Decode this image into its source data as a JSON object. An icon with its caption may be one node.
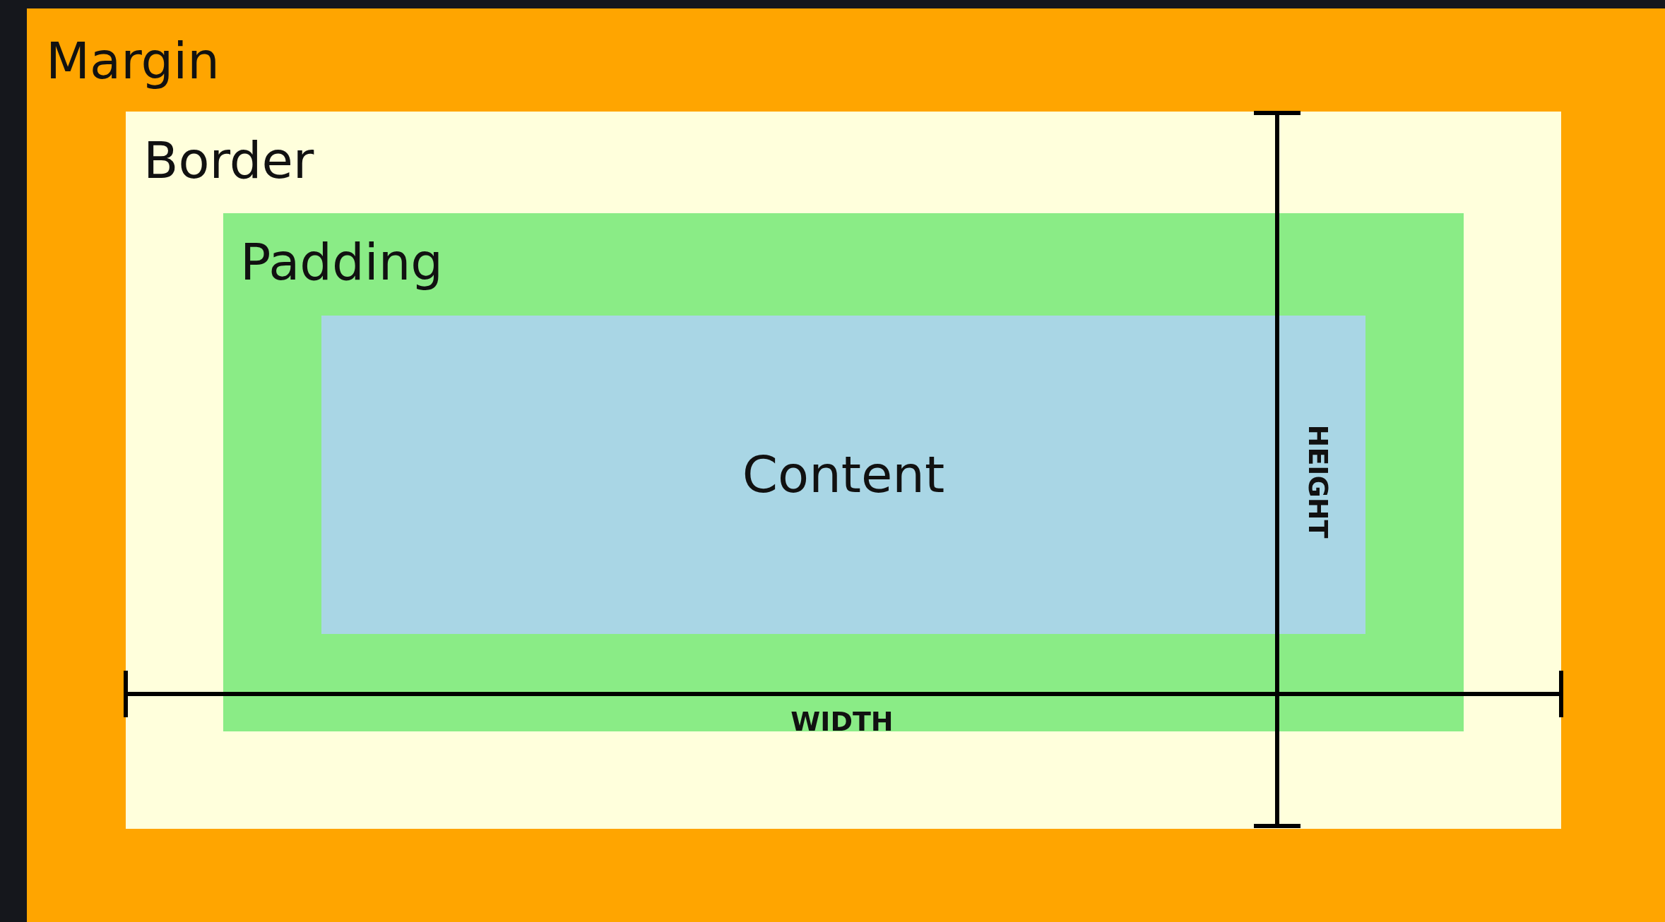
{
  "diagram": {
    "nodes": [
      {
        "text": [
          "Margin"
        ]
      },
      {
        "text": [
          "Border"
        ],
        "in": 0
      },
      {
        "text": [
          "Padding"
        ],
        "in": 1
      },
      {
        "text": [
          "Content"
        ],
        "in": 2
      }
    ],
    "labels": [
      "WIDTH",
      "HEIGHT"
    ]
  }
}
